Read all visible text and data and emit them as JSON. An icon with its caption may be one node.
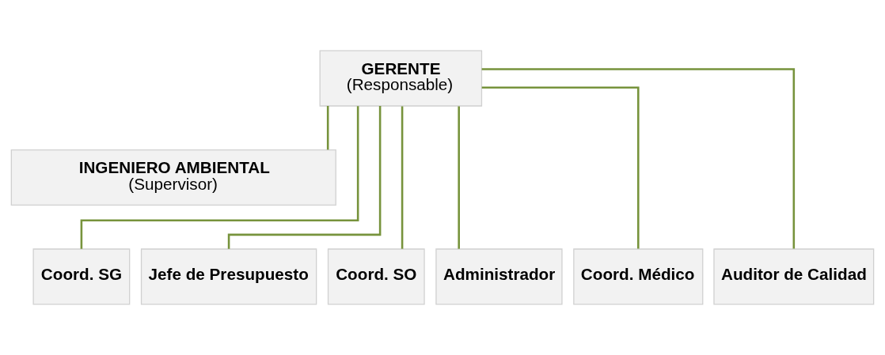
{
  "diagram": {
    "nodes": [
      {
        "text": [
          "GERENTE",
          "(Responsable)"
        ]
      },
      {
        "text": [
          "INGENIERO AMBIENTAL",
          "(Supervisor)"
        ]
      },
      {
        "text": [
          "Coord. SG"
        ]
      },
      {
        "text": [
          "Jefe de Presupuesto"
        ]
      },
      {
        "text": [
          "Coord. SO"
        ]
      },
      {
        "text": [
          "Administrador"
        ]
      },
      {
        "text": [
          "Coord. Médico"
        ]
      },
      {
        "text": [
          "Auditor de Calidad"
        ]
      }
    ],
    "edges": [
      {
        "from": 0,
        "to": 1,
        "arrow": "none"
      },
      {
        "from": 0,
        "to": 2,
        "arrow": "none"
      },
      {
        "from": 0,
        "to": 3,
        "arrow": "none"
      },
      {
        "from": 0,
        "to": 4,
        "arrow": "none"
      },
      {
        "from": 0,
        "to": 5,
        "arrow": "none"
      },
      {
        "from": 0,
        "to": 6,
        "arrow": "none"
      },
      {
        "from": 0,
        "to": 7,
        "arrow": "none"
      }
    ]
  }
}
